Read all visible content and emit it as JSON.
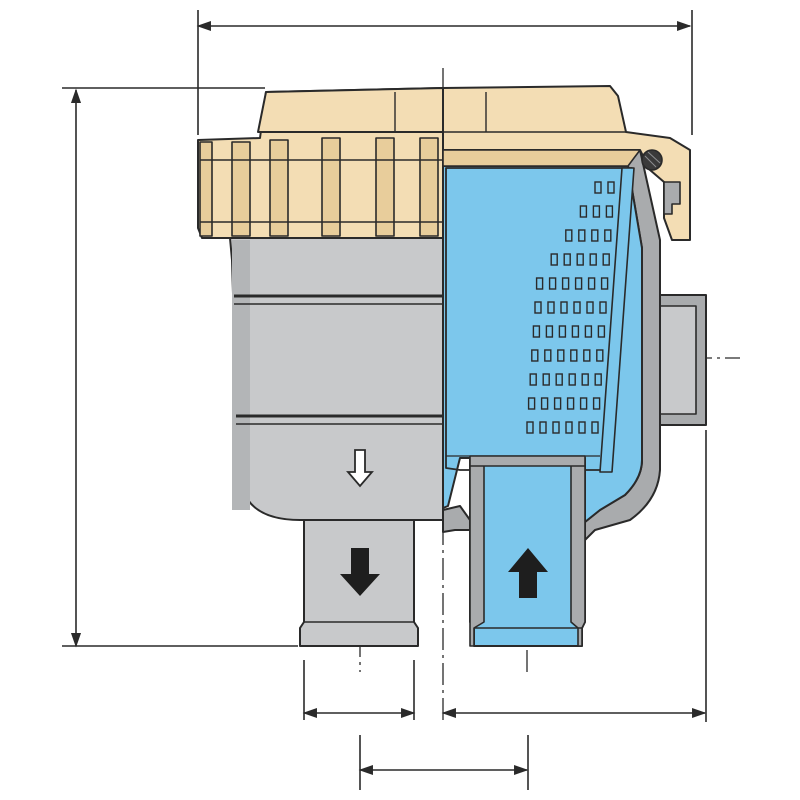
{
  "diagram": {
    "kind": "strainer cross-section drawing",
    "flow": {
      "inlet_arrow": "up",
      "outlet_arrow": "down",
      "inlet_direction_hint_arrow": "down"
    },
    "colors": {
      "outline": "#2a2a2a",
      "lid": "#f3ddb4",
      "lid_shade": "#e8cd9b",
      "housing": "#c8c9cb",
      "housing_shade": "#a9abad",
      "water": "#7cc7ec",
      "water_light": "#a9dcf4",
      "section_hatch": "#8c8e90",
      "background": "#ffffff"
    },
    "icons": [
      "arrow-up-solid",
      "arrow-down-solid",
      "arrow-down-outline",
      "dimension-arrow"
    ]
  }
}
